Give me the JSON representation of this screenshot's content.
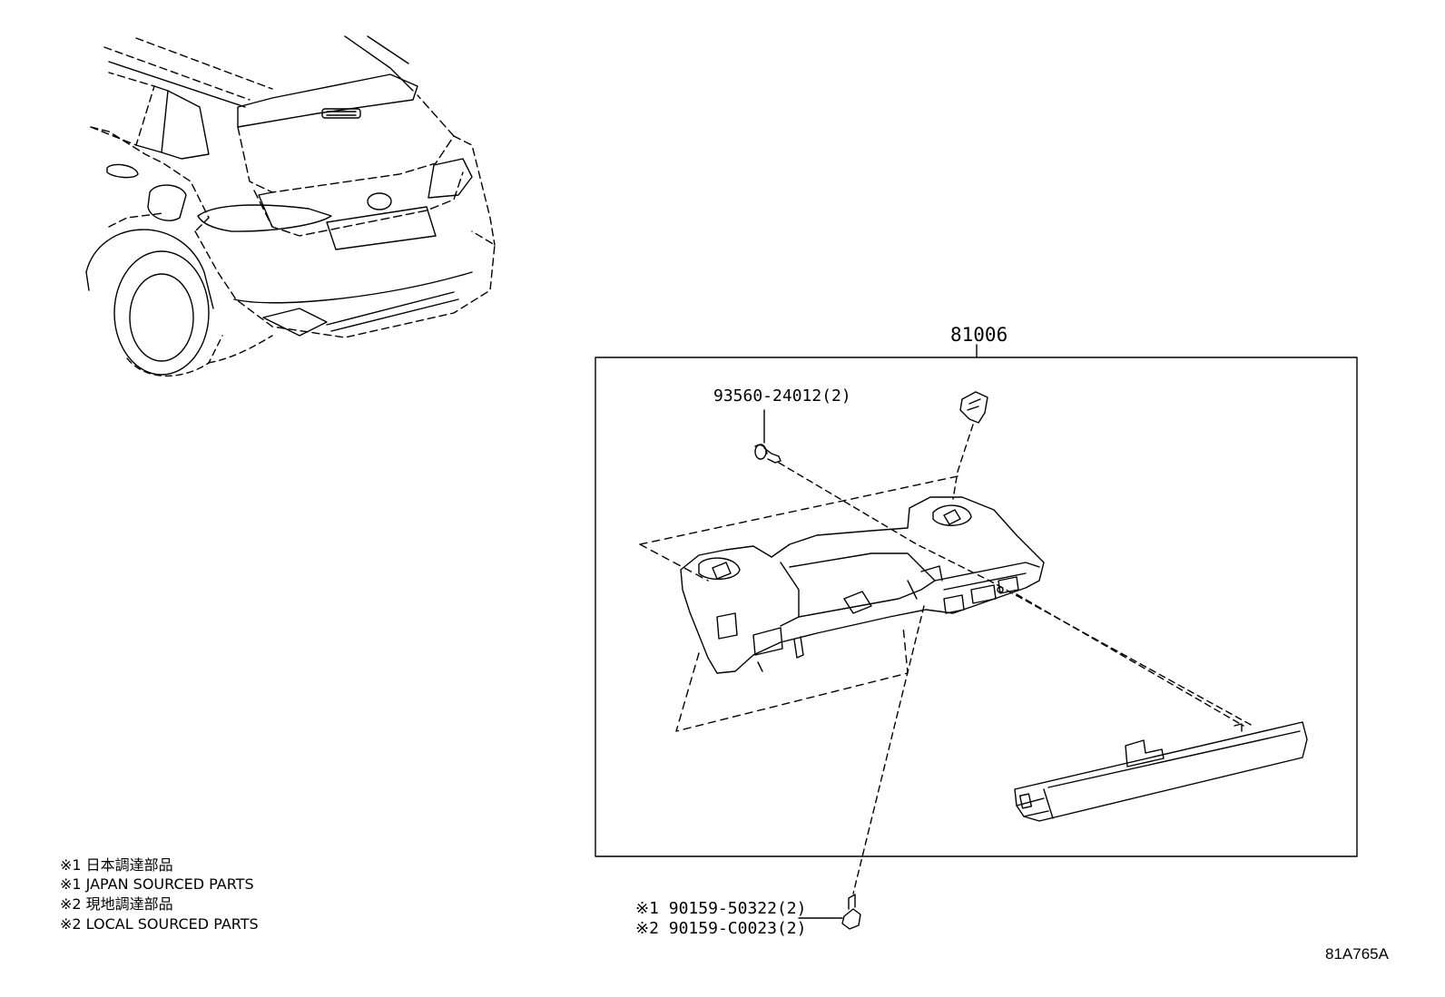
{
  "assembly": {
    "part_no": "81006"
  },
  "callouts": {
    "clip": "93560-24012(2)",
    "screw_1": "※1 90159-50322(2)",
    "screw_2": "※2 90159-C0023(2)"
  },
  "notes": [
    "※1 日本調達部品",
    "※1 JAPAN SOURCED PARTS",
    "※2 現地調達部品",
    "※2 LOCAL SOURCED PARTS"
  ],
  "diagram_code": "81A765A"
}
